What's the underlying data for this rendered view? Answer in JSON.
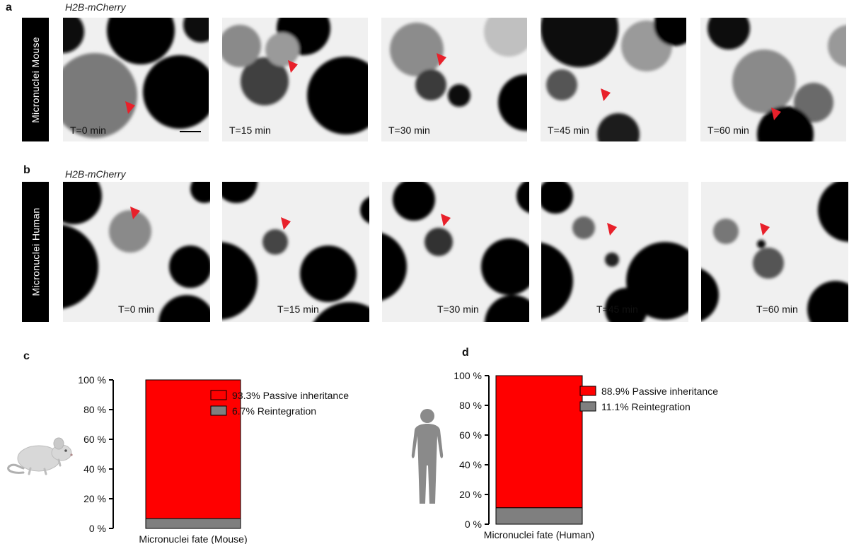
{
  "panel_a": {
    "letter": "a",
    "stain": "H2B-mCherry",
    "side_label": "Micronuclei  Mouse",
    "frames": [
      {
        "time": "T=0 min"
      },
      {
        "time": "T=15 min"
      },
      {
        "time": "T=30 min"
      },
      {
        "time": "T=45 min"
      },
      {
        "time": "T=60 min"
      }
    ]
  },
  "panel_b": {
    "letter": "b",
    "stain": "H2B-mCherry",
    "side_label": "Micronuclei  Human",
    "frames": [
      {
        "time": "T=0 min"
      },
      {
        "time": "T=15 min"
      },
      {
        "time": "T=30 min"
      },
      {
        "time": "T=45 min"
      },
      {
        "time": "T=60 min"
      }
    ]
  },
  "colors": {
    "passive": "#ff0000",
    "reintegration": "#7f7f7f",
    "arrowhead": "#e8202a"
  },
  "chart_data": [
    {
      "panel": "c",
      "type": "bar",
      "stacked": true,
      "categories": [
        "Micronuclei fate (Mouse)"
      ],
      "series": [
        {
          "name": "Reintegration",
          "label": "6.7%  Reintegration",
          "values": [
            6.7
          ],
          "color": "#7f7f7f"
        },
        {
          "name": "Passive inheritance",
          "label": "93.3%  Passive inheritance",
          "values": [
            93.3
          ],
          "color": "#ff0000"
        }
      ],
      "ylim": [
        0,
        100
      ],
      "yticks": [
        "0 %",
        "20 %",
        "40 %",
        "60 %",
        "80 %",
        "100 %"
      ],
      "xlabel": "Micronuclei fate (Mouse)",
      "legend": "right",
      "icon": "mouse-icon"
    },
    {
      "panel": "d",
      "type": "bar",
      "stacked": true,
      "categories": [
        "Micronuclei fate (Human)"
      ],
      "series": [
        {
          "name": "Reintegration",
          "label": "11.1%  Reintegration",
          "values": [
            11.1
          ],
          "color": "#7f7f7f"
        },
        {
          "name": "Passive inheritance",
          "label": "88.9%  Passive inheritance",
          "values": [
            88.9
          ],
          "color": "#ff0000"
        }
      ],
      "ylim": [
        0,
        100
      ],
      "yticks": [
        "0 %",
        "20 %",
        "40 %",
        "60 %",
        "80 %",
        "100 %"
      ],
      "xlabel": "Micronuclei fate (Human)",
      "legend": "right",
      "icon": "human-icon"
    }
  ]
}
